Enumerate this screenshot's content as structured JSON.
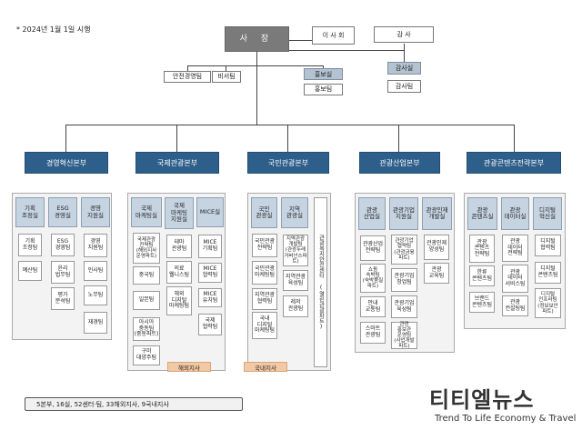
{
  "note": "* 2024년 1월 1일 시행",
  "ceo": "사 장",
  "board": "이 사 회",
  "auditor": "감 사",
  "audit_office": "감사실",
  "audit_team": "감사팀",
  "ceo_units": [
    "안전경영팀",
    "비서팀"
  ],
  "pr_office": "홍보실",
  "pr_team": "홍보팀",
  "hq": [
    "경영혁신본부",
    "국제관광본부",
    "국민관광본부",
    "관광산업본부",
    "관광콘텐츠전략본부"
  ],
  "depts": {
    "d1": "기획\n조정실",
    "d2": "ESG\n경영실",
    "d3": "경영\n지원실",
    "d4": "국제\n마케팅실",
    "d5": "국제\n마케팅\n지원실",
    "d6": "MICE실",
    "d7": "국민\n관광실",
    "d8": "지역\n관광실",
    "d9": "관광복지안전센터 (열린관광파트)",
    "d10": "관광\n산업실",
    "d11": "관광기업\n지원실",
    "d12": "관광인재\n개발실",
    "d13": "관광\n콘텐츠실",
    "d14": "관광\n데이터실",
    "d15": "디지털\n혁신실"
  },
  "teams": {
    "t1a": "기획\n조정팀",
    "t1b": "예산팀",
    "t2a": "ESG\n경영팀",
    "t2b": "윤리\n법무팀",
    "t2c": "평가\n분석팀",
    "t3a": "경영\n지원팀",
    "t3b": "인사팀",
    "t3c": "노무팀",
    "t3d": "재경팀",
    "t4a": "국제관광\n전략팀\n(해외지사\n운영파트)",
    "t4b": "중국팀",
    "t4c": "일본팀",
    "t4d": "아시아\n중동팀\n(중동파트)",
    "t4e": "구미\n대양주팀",
    "t5a": "테마\n관광팀",
    "t5b": "의료\n웰니스팀",
    "t5c": "해외\n디지털\n마케팅팀",
    "t6a": "MICE\n기획팀",
    "t6b": "MICE\n협력팀",
    "t6c": "MICE\n유치팀",
    "t6d": "국제\n협력팀",
    "t7a": "국민관광\n전략팀",
    "t7b": "국민관광\n마케팅팀",
    "t7c": "지역관광\n협력팀",
    "t7d": "국내\n디지털\n마케팅팀",
    "t8a": "지역관광\n개발팀\n(관광두레\n거버넌스파트)",
    "t8b": "지역관광\n육성팀",
    "t8c": "레저\n관광팀",
    "t10a": "관광산업\n전략팀",
    "t10b": "쇼핑\n숙박팀\n(숙박품질\n파트)",
    "t10c": "안내\n교통팀",
    "t10d": "스마트\n관광팀",
    "t11a": "관광기업\n협력팀\n(관광금융\n파트)",
    "t11b": "관광기업\n창업팀",
    "t11c": "관광기업\n육성팀",
    "t11d": "관광\n홍보관\n운영팀\n(사업개발파트)",
    "t12a": "관광인재\n양성팀",
    "t12b": "관광\n교육팀",
    "t13a": "관광\n콘텐츠\n전략팀",
    "t13b": "한류\n콘텐츠팀",
    "t13c": "브랜드\n콘텐츠팀",
    "t14a": "관광\n데이터\n전략팀",
    "t14b": "관광\n데이터\n서비스팀",
    "t14c": "관광\n컨설팅팀",
    "t15a": "디지털\n협력팀",
    "t15b": "디지털\n콘텐츠팀",
    "t15c": "디지털\n인프라팀\n(정보보안\n파트)"
  },
  "overseas_branch": "해외지사",
  "domestic_branch": "국내지사",
  "summary": "5본부, 16실, 52센터·팀, 33해외지사, 9국내지사",
  "logo": "티티엘뉴스",
  "slogan": "Trend To Life Economy & Travel"
}
